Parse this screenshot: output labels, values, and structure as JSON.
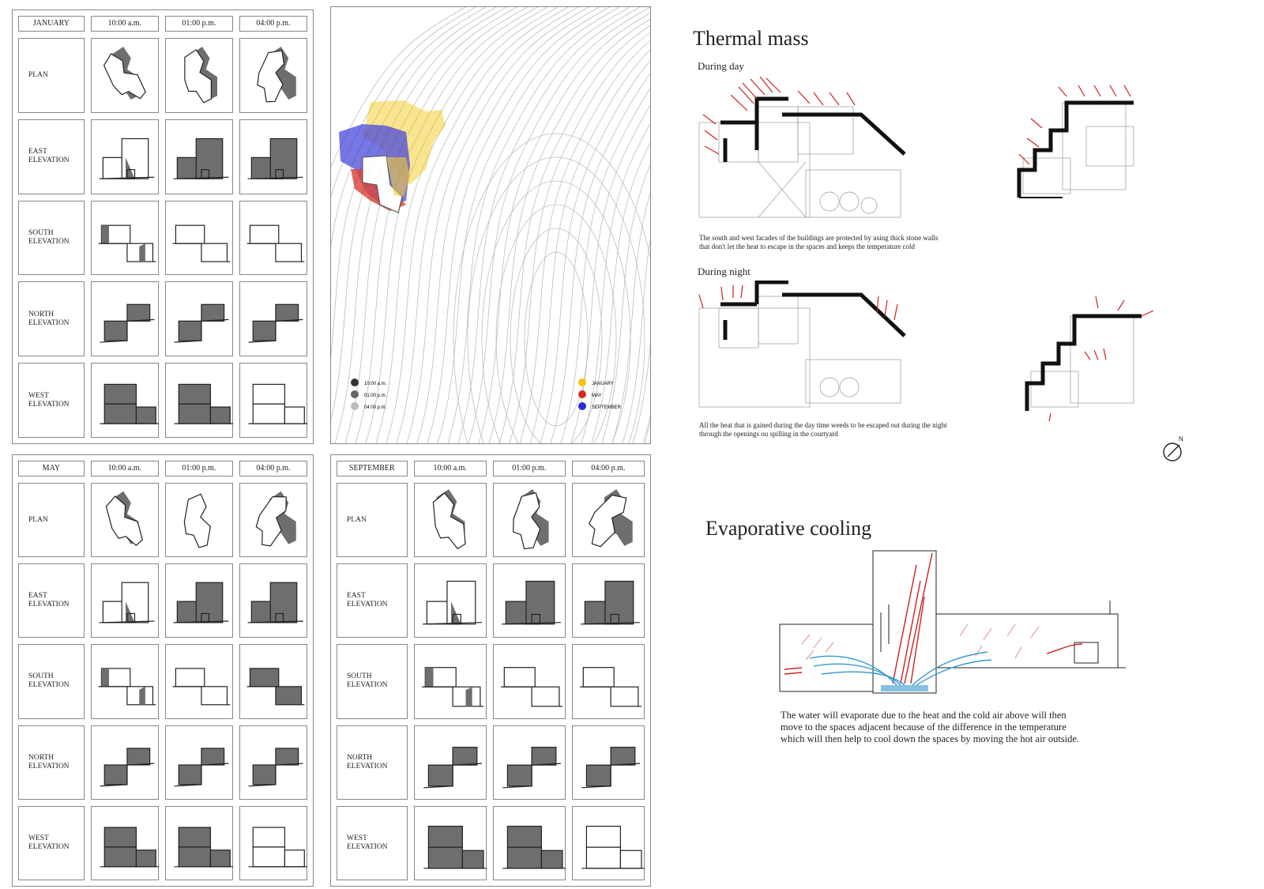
{
  "times": [
    "10:00 a.m.",
    "01:00 p.m.",
    "04:00 p.m."
  ],
  "row_labels": [
    "PLAN",
    "EAST\nELEVATION",
    "SOUTH\nELEVATION",
    "NORTH\nELEVATION",
    "WEST\nELEVATION"
  ],
  "months": [
    "JANUARY",
    "MAY",
    "SEPTEMBER"
  ],
  "map_legend": {
    "times": [
      "10:00 a.m.",
      "01:00 p.m.",
      "04:00 p.m."
    ],
    "time_colors": [
      "#333333",
      "#666666",
      "#bbbbbb"
    ],
    "months": [
      "JANUARY",
      "MAY",
      "SEPTEMBER"
    ],
    "month_colors": [
      "#f2c40f",
      "#d42a1e",
      "#2b2bd6"
    ]
  },
  "thermal": {
    "title": "Thermal mass",
    "day_label": "During day",
    "day_caption": "The  south  and  west facades of the buildings are protected by using thick  stone walls\nthat  don't  let  the heat to escape  in the spaces and keeps the temperature cold",
    "night_label": "During night",
    "night_caption": "All the heat that is gained during the day time weeds to be escaped out during the night\nthrough the openings ou spilling in the courtyard",
    "north_mark": "N"
  },
  "evaporative": {
    "title": "Evaporative cooling",
    "caption": "The water will evaporate due to the heat and the cold air above will then\nmove to the spaces adjacent because of the  difference in the temperature\nwhich will then help to cool down the spaces by moving the hot air outside."
  },
  "colors": {
    "accent_red": "#cc2222",
    "accent_blue": "#3399cc",
    "shade": "#6e6e6e"
  }
}
